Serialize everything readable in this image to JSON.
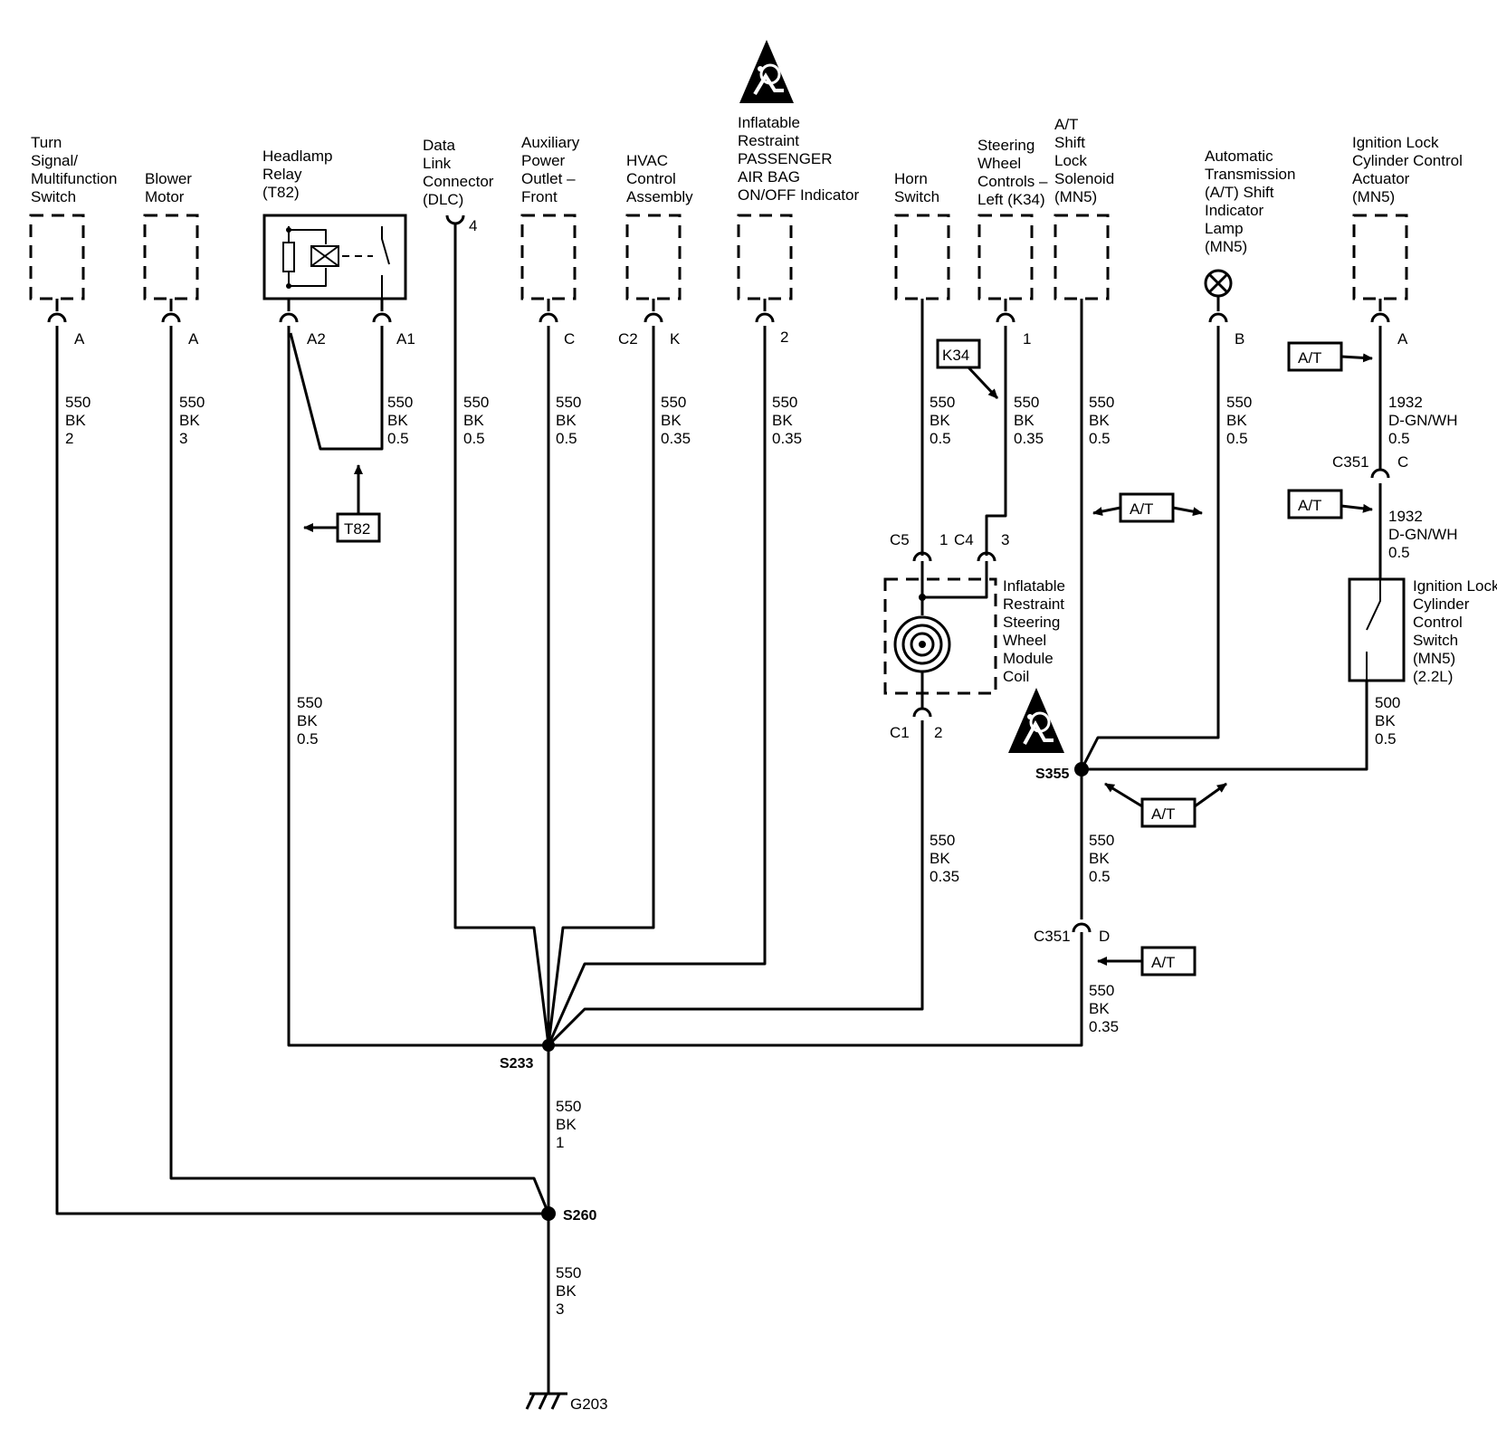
{
  "components": {
    "turn_signal": [
      "Turn",
      "Signal/",
      "Multifunction",
      "Switch"
    ],
    "blower_motor": [
      "Blower",
      "Motor"
    ],
    "headlamp_relay": [
      "Headlamp",
      "Relay",
      "(T82)"
    ],
    "dlc": [
      "Data",
      "Link",
      "Connector",
      "(DLC)"
    ],
    "aux_power": [
      "Auxiliary",
      "Power",
      "Outlet –",
      "Front"
    ],
    "hvac": [
      "HVAC",
      "Control",
      "Assembly"
    ],
    "airbag_indicator": [
      "Inflatable",
      "Restraint",
      "PASSENGER",
      "AIR BAG",
      "ON/OFF Indicator"
    ],
    "horn_switch": [
      "Horn",
      "Switch"
    ],
    "steering_controls": [
      "Steering",
      "Wheel",
      "Controls –",
      "Left (K34)"
    ],
    "at_shift_lock": [
      "A/T",
      "Shift",
      "Lock",
      "Solenoid",
      "(MN5)"
    ],
    "at_indicator": [
      "Automatic",
      "Transmission",
      "(A/T) Shift",
      "Indicator",
      "Lamp",
      "(MN5)"
    ],
    "ign_lock_actuator": [
      "Ignition Lock",
      "Cylinder Control",
      "Actuator",
      "(MN5)"
    ],
    "steering_coil": [
      "Inflatable",
      "Restraint",
      "Steering",
      "Wheel",
      "Module",
      "Coil"
    ],
    "ign_lock_switch": [
      "Ignition Lock",
      "Cylinder",
      "Control",
      "Switch",
      "(MN5)",
      "(2.2L)"
    ]
  },
  "pins": {
    "turn_signal": "A",
    "blower_motor": "A",
    "relay_a2": "A2",
    "relay_a1": "A1",
    "dlc": "4",
    "aux_power": "C",
    "hvac_conn": "C2",
    "hvac": "K",
    "airbag_indicator": "2",
    "steering_controls": "1",
    "at_indicator": "B",
    "ign_actuator": "A",
    "c351_upper": "C",
    "c5": "C5",
    "c5_pin": "1",
    "c4": "C4",
    "c4_pin": "3",
    "c1": "C1",
    "c1_pin": "2",
    "c351_lower": "D"
  },
  "connectors": {
    "c351_upper": "C351",
    "c351_lower": "C351"
  },
  "wires": {
    "turn_signal": [
      "550",
      "BK",
      "2"
    ],
    "blower": [
      "550",
      "BK",
      "3"
    ],
    "relay_a1": [
      "550",
      "BK",
      "0.5"
    ],
    "relay_a2": [
      "550",
      "BK",
      "0.5"
    ],
    "dlc": [
      "550",
      "BK",
      "0.5"
    ],
    "aux": [
      "550",
      "BK",
      "0.5"
    ],
    "hvac": [
      "550",
      "BK",
      "0.35"
    ],
    "airbag": [
      "550",
      "BK",
      "0.35"
    ],
    "horn": [
      "550",
      "BK",
      "0.5"
    ],
    "steering": [
      "550",
      "BK",
      "0.35"
    ],
    "shift_lock": [
      "550",
      "BK",
      "0.5"
    ],
    "indicator": [
      "550",
      "BK",
      "0.5"
    ],
    "actuator": [
      "1932",
      "D-GN/WH",
      "0.5"
    ],
    "actuator_lower": [
      "1932",
      "D-GN/WH",
      "0.5"
    ],
    "coil_out": [
      "550",
      "BK",
      "0.35"
    ],
    "switch_out": [
      "500",
      "BK",
      "0.5"
    ],
    "s355_down": [
      "550",
      "BK",
      "0.5"
    ],
    "c351_down": [
      "550",
      "BK",
      "0.35"
    ],
    "s233_down": [
      "550",
      "BK",
      "1"
    ],
    "s260_down": [
      "550",
      "BK",
      "3"
    ]
  },
  "splices": {
    "s233": "S233",
    "s260": "S260",
    "s355": "S355"
  },
  "ground": "G203",
  "tags": {
    "t82": "T82",
    "k34": "K34",
    "at": "A/T"
  },
  "icons": [
    "airbag-warning-icon",
    "ground-icon",
    "lamp-icon",
    "relay-icon",
    "clockspring-icon"
  ],
  "colors": {
    "ink": "#000000",
    "background": "#ffffff"
  }
}
